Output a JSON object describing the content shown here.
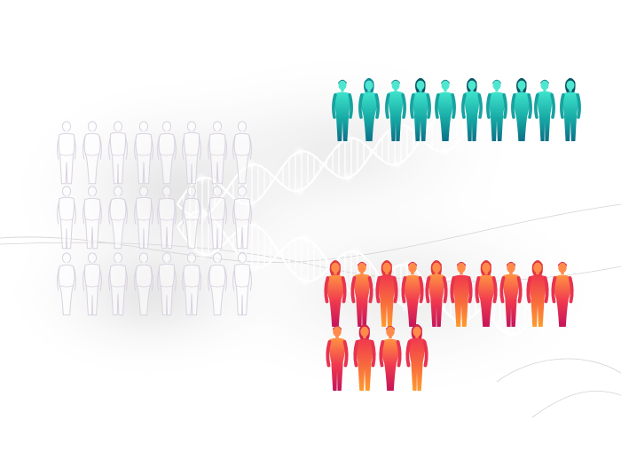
{
  "illustration": {
    "groups": [
      {
        "name": "outline",
        "count": 24,
        "style": "outline",
        "colors": [
          "#d9d2e0"
        ]
      },
      {
        "name": "teal",
        "count": 10,
        "style": "filled",
        "colors": [
          "#3fdcc8",
          "#1ca7a3",
          "#0f7f91"
        ]
      },
      {
        "name": "warm",
        "count": 14,
        "style": "filled",
        "colors": [
          "#ff8a3d",
          "#f0384e",
          "#c8185a"
        ]
      }
    ],
    "helix": {
      "strands": 2,
      "color": "#ffffff"
    }
  }
}
